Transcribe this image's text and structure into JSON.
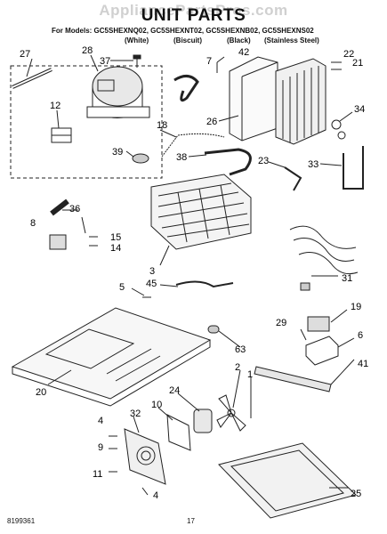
{
  "header": {
    "watermark": "AppliancePartsPros.com",
    "title": "UNIT PARTS",
    "models_line": "For Models: GC5SHEXNQ02, GC5SHEXNT02, GC5SHEXNB02, GC5SHEXNS02",
    "colors": [
      "(White)",
      "(Biscuit)",
      "(Black)",
      "(Stainless Steel)"
    ]
  },
  "callouts": {
    "c27": "27",
    "c28": "28",
    "c37": "37",
    "c12": "12",
    "c39": "39",
    "c7": "7",
    "c42": "42",
    "c26": "26",
    "c22": "22",
    "c21": "21",
    "c34": "34",
    "c18": "18",
    "c38": "38",
    "c23": "23",
    "c33": "33",
    "c8": "8",
    "c36": "36",
    "c15": "15",
    "c14": "14",
    "c3": "3",
    "c31": "31",
    "c5": "5",
    "c45": "45",
    "c29": "29",
    "c19": "19",
    "c6": "6",
    "c63": "63",
    "c41": "41",
    "c20": "20",
    "c2": "2",
    "c1": "1",
    "c24": "24",
    "c10": "10",
    "c32": "32",
    "c4a": "4",
    "c9": "9",
    "c11": "11",
    "c4b": "4",
    "c25": "25"
  },
  "footer": {
    "part_number": "8199361",
    "page_number": "17"
  }
}
